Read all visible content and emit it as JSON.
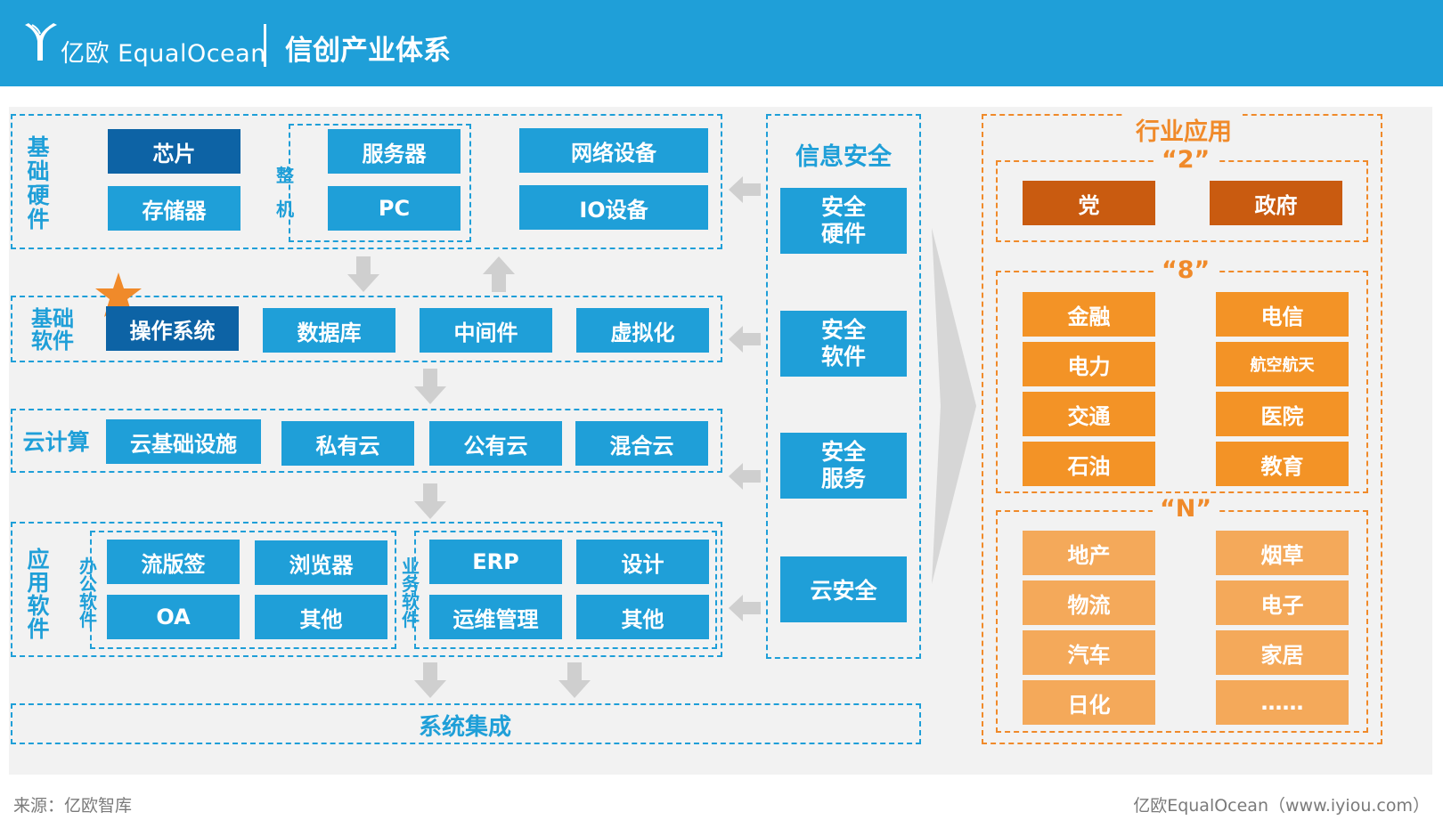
{
  "header": {
    "logo_text": "亿欧 EqualOcean",
    "title": "信创产业体系"
  },
  "hardware": {
    "label": "基础硬件",
    "items": [
      "芯片",
      "存储器",
      "服务器",
      "PC",
      "网络设备",
      "IO设备"
    ],
    "whole_machine_label": "整机"
  },
  "software": {
    "label": "基础软件",
    "items": [
      "操作系统",
      "数据库",
      "中间件",
      "虚拟化"
    ]
  },
  "cloud": {
    "label": "云计算",
    "items": [
      "云基础设施",
      "私有云",
      "公有云",
      "混合云"
    ]
  },
  "apps": {
    "label": "应用软件",
    "office_label": "办公软件",
    "office_items": [
      "流版签",
      "浏览器",
      "OA",
      "其他"
    ],
    "business_label": "业务软件",
    "business_items": [
      "ERP",
      "设计",
      "运维管理",
      "其他"
    ]
  },
  "security": {
    "title": "信息安全",
    "items": [
      "安全硬件",
      "安全软件",
      "安全服务",
      "云安全"
    ]
  },
  "integration": {
    "label": "系统集成"
  },
  "industry": {
    "title": "行业应用",
    "group2": {
      "tag": "“2”",
      "items": [
        "党",
        "政府"
      ]
    },
    "group8": {
      "tag": "“8”",
      "items": [
        "金融",
        "电信",
        "电力",
        "航空航天",
        "交通",
        "医院",
        "石油",
        "教育"
      ]
    },
    "groupN": {
      "tag": "“N”",
      "items": [
        "地产",
        "烟草",
        "物流",
        "电子",
        "汽车",
        "家居",
        "日化",
        "……"
      ]
    }
  },
  "footer": {
    "source": "来源：亿欧智库",
    "credit": "亿欧EqualOcean（www.iyiou.com）"
  },
  "colors": {
    "brand_blue": "#1f9fd8",
    "dark_blue": "#0d63a5",
    "orange": "#f39326",
    "dark_orange": "#c95b10",
    "light_orange": "#f4a95a",
    "star": "#f08a2a"
  }
}
